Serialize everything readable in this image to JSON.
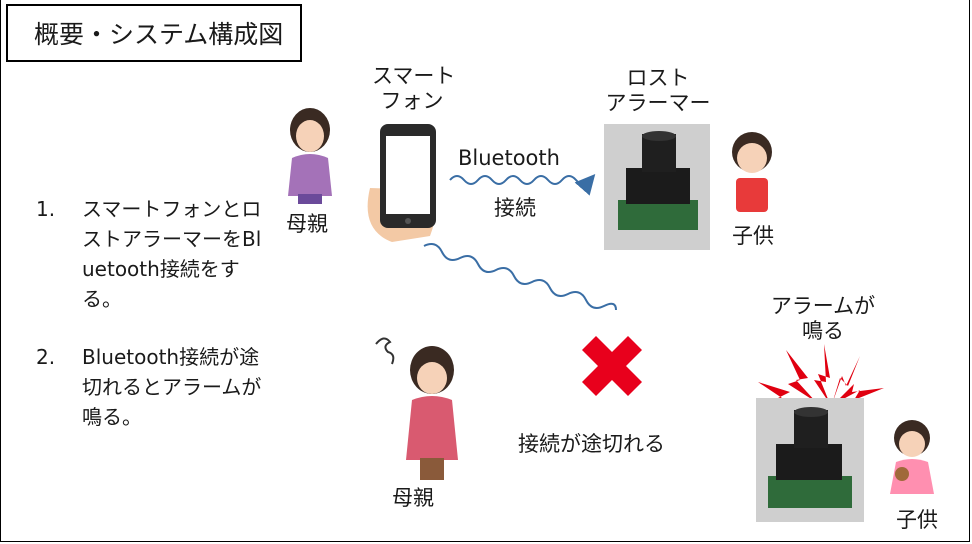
{
  "title": "概要・システム構成図",
  "labels": {
    "phone": [
      "スマート",
      "フォン"
    ],
    "lost_alarmer": [
      "ロスト",
      "アラーマー"
    ],
    "bluetooth": "Bluetooth",
    "connect": "接続",
    "mother_top": "母親",
    "child_top": "子供",
    "disconnect": "接続が途切れる",
    "alarm_sounds": [
      "アラームが",
      "鳴る"
    ],
    "mother_bottom": "母親",
    "child_bottom": "子供"
  },
  "steps": [
    {
      "num": "1.",
      "text": "スマートフォンとロストアラーマーをBluetooth接続をする。"
    },
    {
      "num": "2.",
      "text": "Bluetooth接続が途切れるとアラームが鳴る。"
    }
  ],
  "colors": {
    "wave": "#3a6ea5",
    "cross": "#e8001c",
    "alarm_bolt": "#e00010",
    "mother_top_shirt": "#a472b8",
    "mother_bottom_shirt": "#d95a70",
    "child_top_shirt": "#e83a3a",
    "child_bottom_dress": "#ff8fb0"
  }
}
